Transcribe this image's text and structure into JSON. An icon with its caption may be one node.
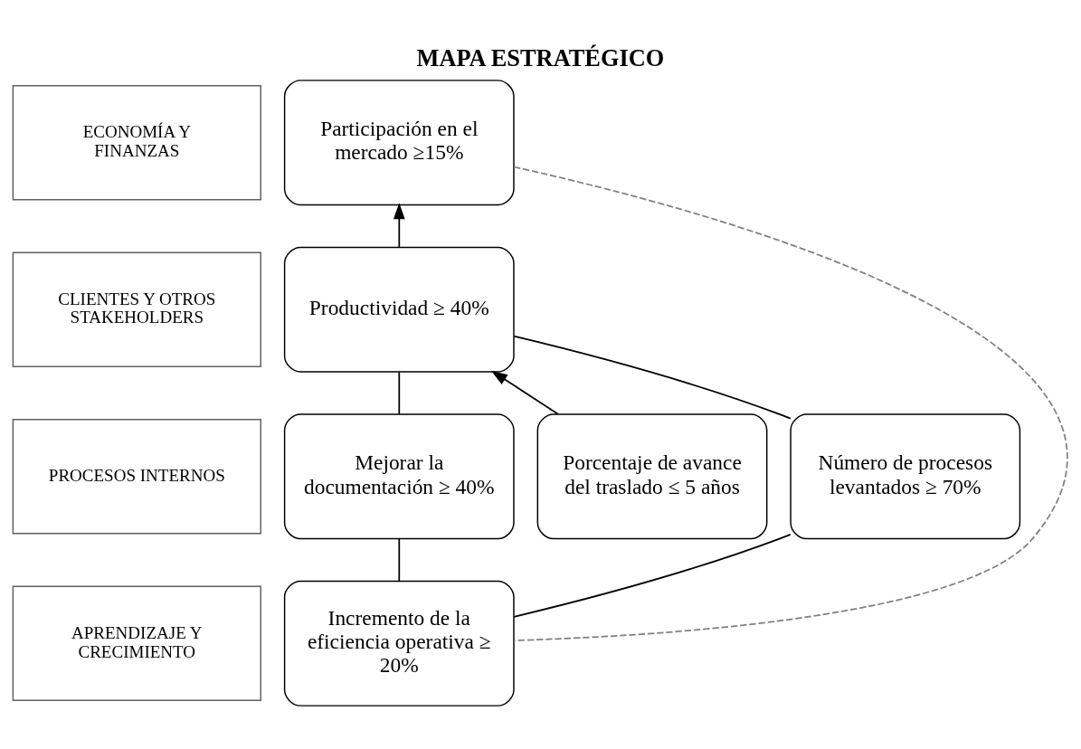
{
  "diagram": {
    "title": "MAPA ESTRATÉGICO",
    "nodes": [
      {
        "text": [
          "ECONOMÍA Y FINANZAS"
        ]
      },
      {
        "text": [
          "Participación en el mercado ≥15%"
        ]
      },
      {
        "text": [
          "CLIENTES Y OTROS STAKEHOLDERS"
        ]
      },
      {
        "text": [
          "Productividad ≥ 40%"
        ]
      },
      {
        "text": [
          "PROCESOS INTERNOS"
        ]
      },
      {
        "text": [
          "Mejorar la documentación ≥ 40%"
        ]
      },
      {
        "text": [
          "Porcentaje de avance del traslado ≤ 5 años"
        ]
      },
      {
        "text": [
          "Número de procesos levantados ≥ 70%"
        ]
      },
      {
        "text": [
          "APRENDIZAJE Y CRECIMIENTO"
        ]
      },
      {
        "text": [
          "Incremento de la eficiencia operativa ≥ 20%"
        ]
      }
    ],
    "edges": [
      {
        "from": 3,
        "to": 1,
        "arrow": "to"
      },
      {
        "from": 6,
        "to": 3,
        "arrow": "to"
      },
      {
        "from": 5,
        "to": 3,
        "arrow": "none"
      },
      {
        "from": 3,
        "to": 7,
        "arrow": "none"
      },
      {
        "from": 5,
        "to": 9,
        "arrow": "none"
      },
      {
        "from": 7,
        "to": 9,
        "arrow": "none"
      },
      {
        "from": 1,
        "to": 9,
        "arrow": "none",
        "style": "dashed",
        "color": "#808080"
      }
    ]
  }
}
